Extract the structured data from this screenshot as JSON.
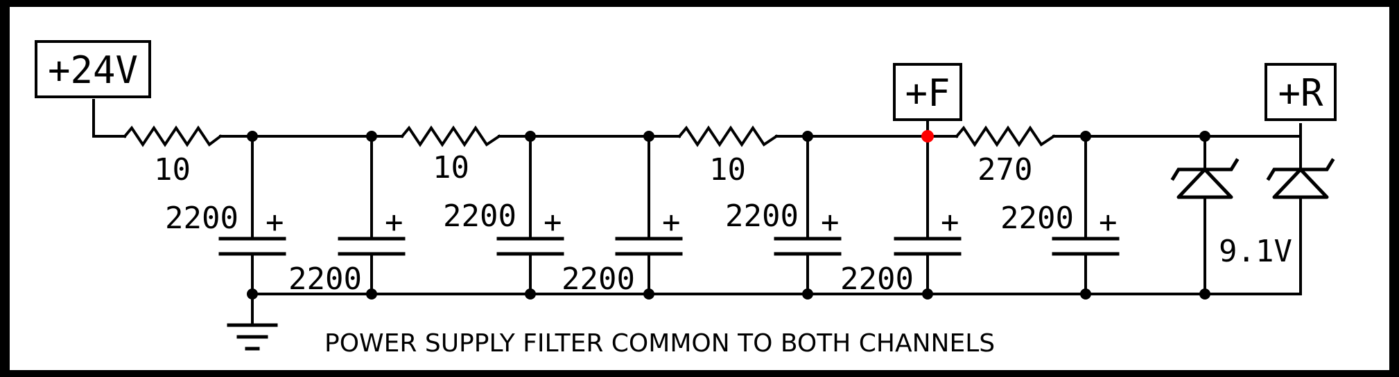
{
  "colors": {
    "border": "#000000",
    "paper": "#ffffff",
    "wire": "#000000",
    "junction_highlight": "#ff0000"
  },
  "rails": {
    "v24": "+24V",
    "f": "+F",
    "r": "+R"
  },
  "resistors": [
    {
      "id": "r1",
      "value": "10"
    },
    {
      "id": "r2",
      "value": "10"
    },
    {
      "id": "r3",
      "value": "10"
    },
    {
      "id": "r4",
      "value": "270"
    }
  ],
  "capacitors": [
    {
      "id": "c1",
      "value": "2200",
      "polarity": "+"
    },
    {
      "id": "c2",
      "value": "2200",
      "polarity": "+"
    },
    {
      "id": "c3",
      "value": "2200",
      "polarity": "+"
    },
    {
      "id": "c4",
      "value": "2200",
      "polarity": "+"
    },
    {
      "id": "c5",
      "value": "2200",
      "polarity": "+"
    },
    {
      "id": "c6",
      "value": "2200",
      "polarity": "+"
    },
    {
      "id": "c7",
      "value": "2200",
      "polarity": "+"
    }
  ],
  "zeners": [
    {
      "id": "z1",
      "value": ""
    },
    {
      "id": "z2",
      "value": "9.1V"
    }
  ],
  "icons": {
    "ground": "ground-icon"
  },
  "caption": "POWER SUPPLY FILTER COMMON TO BOTH CHANNELS"
}
